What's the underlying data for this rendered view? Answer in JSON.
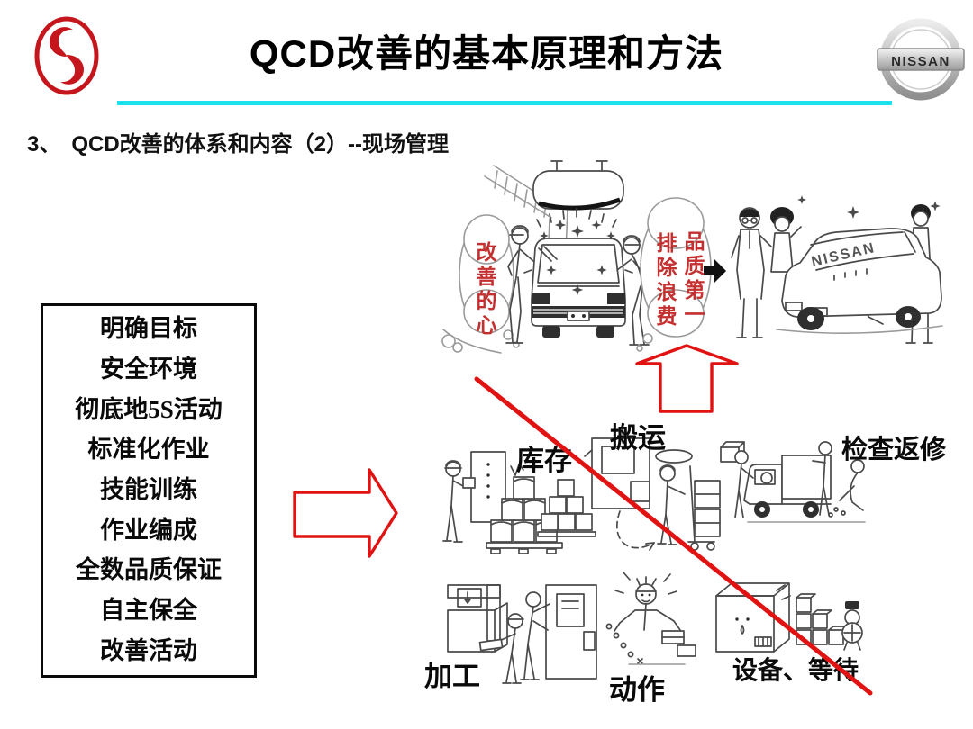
{
  "header": {
    "title": "QCD改善的基本原理和方法",
    "subtitle": "3、　QCD改善的体系和内容（2）--现场管理"
  },
  "logos": {
    "nissan_text": "NISSAN"
  },
  "left_box": {
    "items": [
      "明确目标",
      "安全环境",
      "彻底地5S活动",
      "标准化作业",
      "技能训练",
      "作业编成",
      "全数品质保证",
      "自主保全",
      "改善活动"
    ]
  },
  "bubbles": {
    "kaizen_heart": "改善的心",
    "quality_first": "品质第一",
    "eliminate_waste": "排除浪费"
  },
  "scene": {
    "car_windshield_text": "NISSAN"
  },
  "waste_labels": {
    "inventory": "库存",
    "transport": "搬运",
    "inspect_rework": "检查返修",
    "processing": "加工",
    "motion": "动作",
    "equipment_waiting": "设备、等待"
  },
  "colors": {
    "accent_line": "#1de1ef",
    "red": "#e01212",
    "bubble_text": "#c43030",
    "dongfeng_red": "#c5161d"
  }
}
